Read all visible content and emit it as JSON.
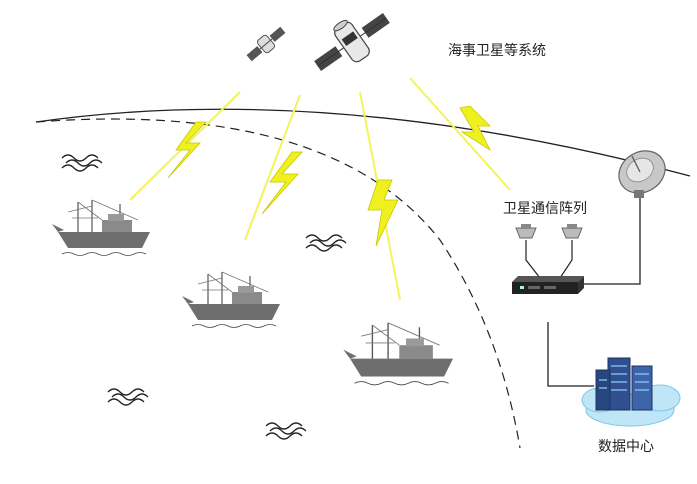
{
  "labels": {
    "satellite_system": "海事卫星等系统",
    "satellite_array": "卫星通信阵列",
    "data_center": "数据中心"
  },
  "colors": {
    "beam": "#f3f35a",
    "bolt": "#f0f020",
    "line": "#222222",
    "ship": "#6e6e6e",
    "server": "#2f4f8f",
    "cloud": "#bfe6f7"
  }
}
